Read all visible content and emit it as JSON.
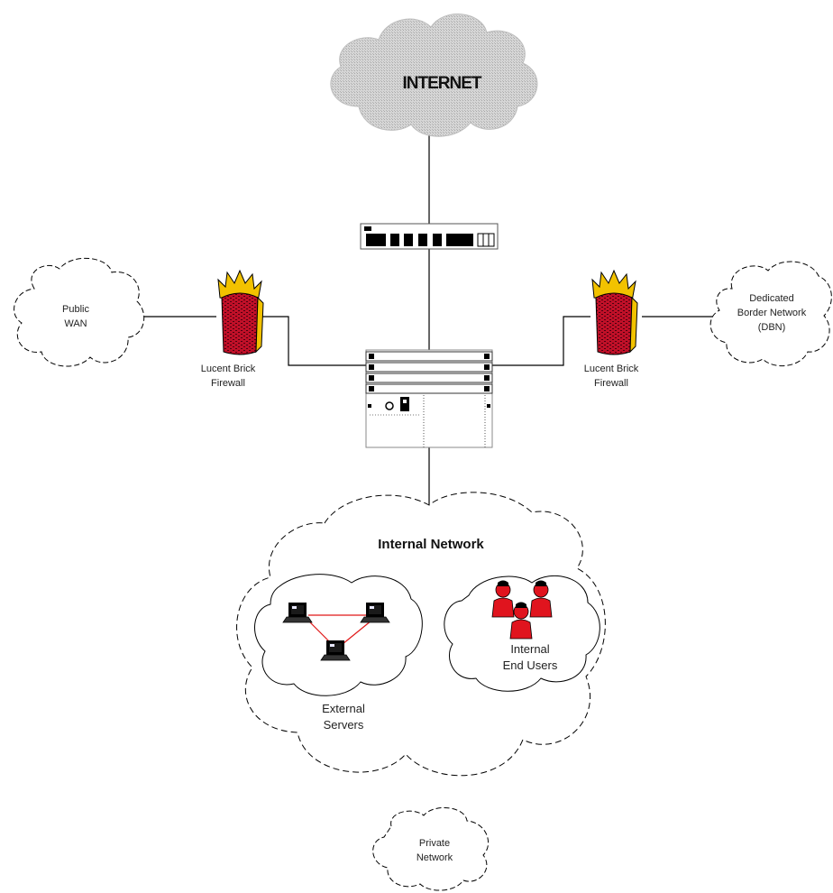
{
  "internet": {
    "label": "INTERNET"
  },
  "public_wan": {
    "line1": "Public",
    "line2": "WAN"
  },
  "dbn": {
    "line1": "Dedicated",
    "line2": "Border Network",
    "line3": "(DBN)"
  },
  "firewall_left": {
    "line1": "Lucent Brick",
    "line2": "Firewall"
  },
  "firewall_right": {
    "line1": "Lucent Brick",
    "line2": "Firewall"
  },
  "internal_network": {
    "label": "Internal Network"
  },
  "external_servers": {
    "line1": "External",
    "line2": "Servers"
  },
  "internal_users": {
    "line1": "Internal",
    "line2": "End Users"
  },
  "private_network": {
    "line1": "Private",
    "line2": "Network"
  },
  "colors": {
    "firewall_flame": "#f2c200",
    "firewall_body": "#b8102a",
    "users": "#e0141e",
    "server_link": "#e01818",
    "cloud_gray": "#cfcfcf"
  }
}
